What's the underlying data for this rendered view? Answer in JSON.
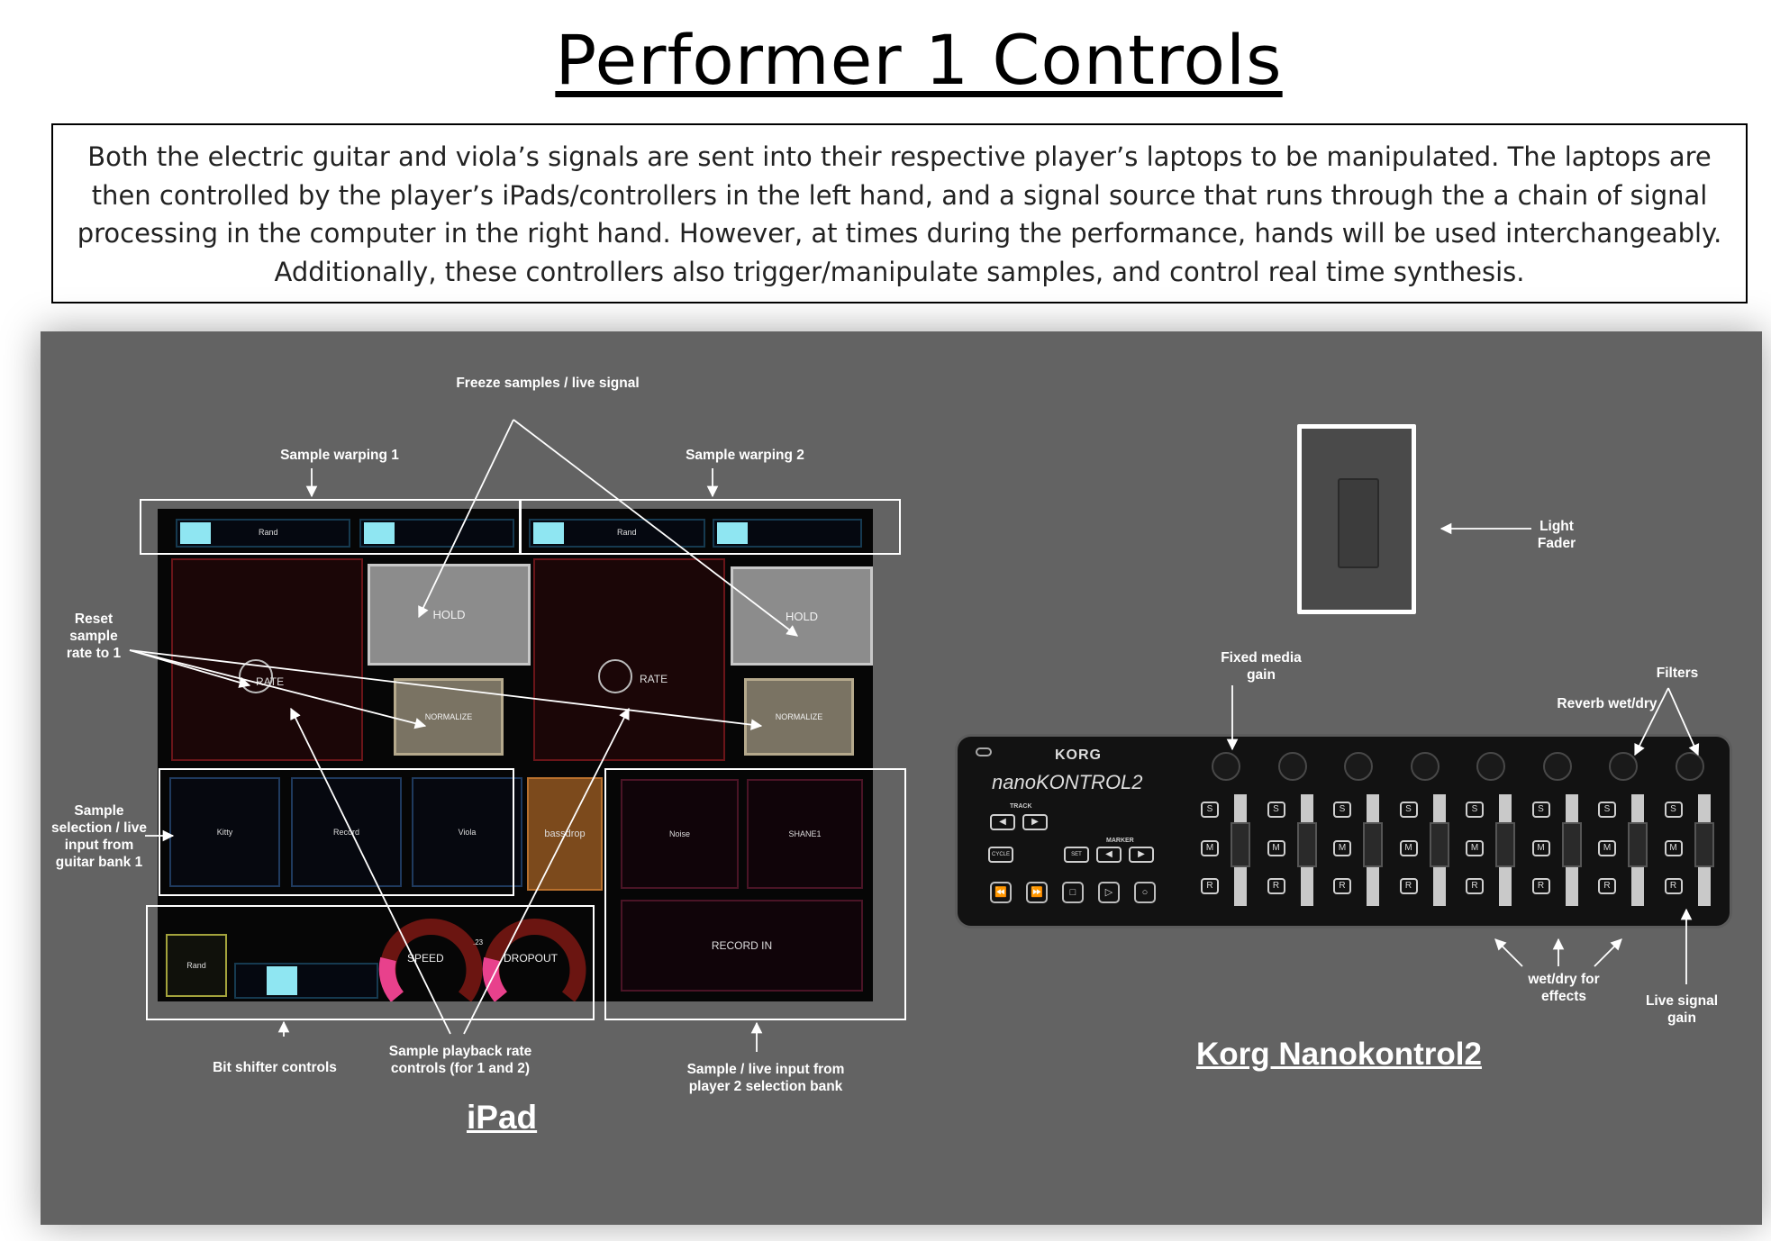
{
  "title": "Performer 1 Controls",
  "intro": "Both the electric guitar and viola’s signals are sent into their respective player’s laptops to be manipulated. The laptops are then controlled by the player’s iPads/controllers in the left hand, and a signal source that runs through the a chain of signal processing in the computer in the right hand. However, at times during the performance, hands will be used interchangeably. Additionally, these controllers also trigger/manipulate samples, and control real time synthesis.",
  "annotations": {
    "freeze": "Freeze samples / live signal",
    "warp1": "Sample warping 1",
    "warp2": "Sample warping 2",
    "reset": "Reset sample rate to 1",
    "sample_sel": "Sample selection / live input from guitar bank 1",
    "bit_shifter": "Bit shifter controls",
    "playback_rate": "Sample playback rate controls (for 1 and 2)",
    "player2_bank": "Sample / live input from player 2 selection bank",
    "light_fader": "Light Fader",
    "fixed_media": "Fixed media gain",
    "filters": "Filters",
    "reverb": "Reverb wet/dry",
    "wetdry": "wet/dry for effects",
    "live_gain": "Live signal gain"
  },
  "device_labels": {
    "ipad": "iPad",
    "korg": "Korg Nanokontrol2"
  },
  "ipad": {
    "slider_rand": "Rand",
    "hold": "HOLD",
    "rate": "RATE",
    "normalize": "NORMALIZE",
    "bank1": [
      "Kitty",
      "Record",
      "Viola"
    ],
    "bassdrop": "bassdrop",
    "bank2": [
      "Noise",
      "SHANE1"
    ],
    "record_in": "RECORD IN",
    "bit_rand": "Rand",
    "speed": "SPEED",
    "dropout": "DROPOUT",
    "speed_value": ".23"
  },
  "korg": {
    "brand": "KORG",
    "model": "nanoKONTROL2",
    "track": "TRACK",
    "marker": "MARKER",
    "cycle": "CYCLE",
    "set": "SET",
    "solo": "S",
    "mute": "M",
    "rec": "R",
    "channels": 8
  },
  "colors": {
    "background": "#636363",
    "accent_cyan": "#8fe6f2",
    "accent_pink": "#e8418c",
    "dial_red": "#6b1511"
  }
}
